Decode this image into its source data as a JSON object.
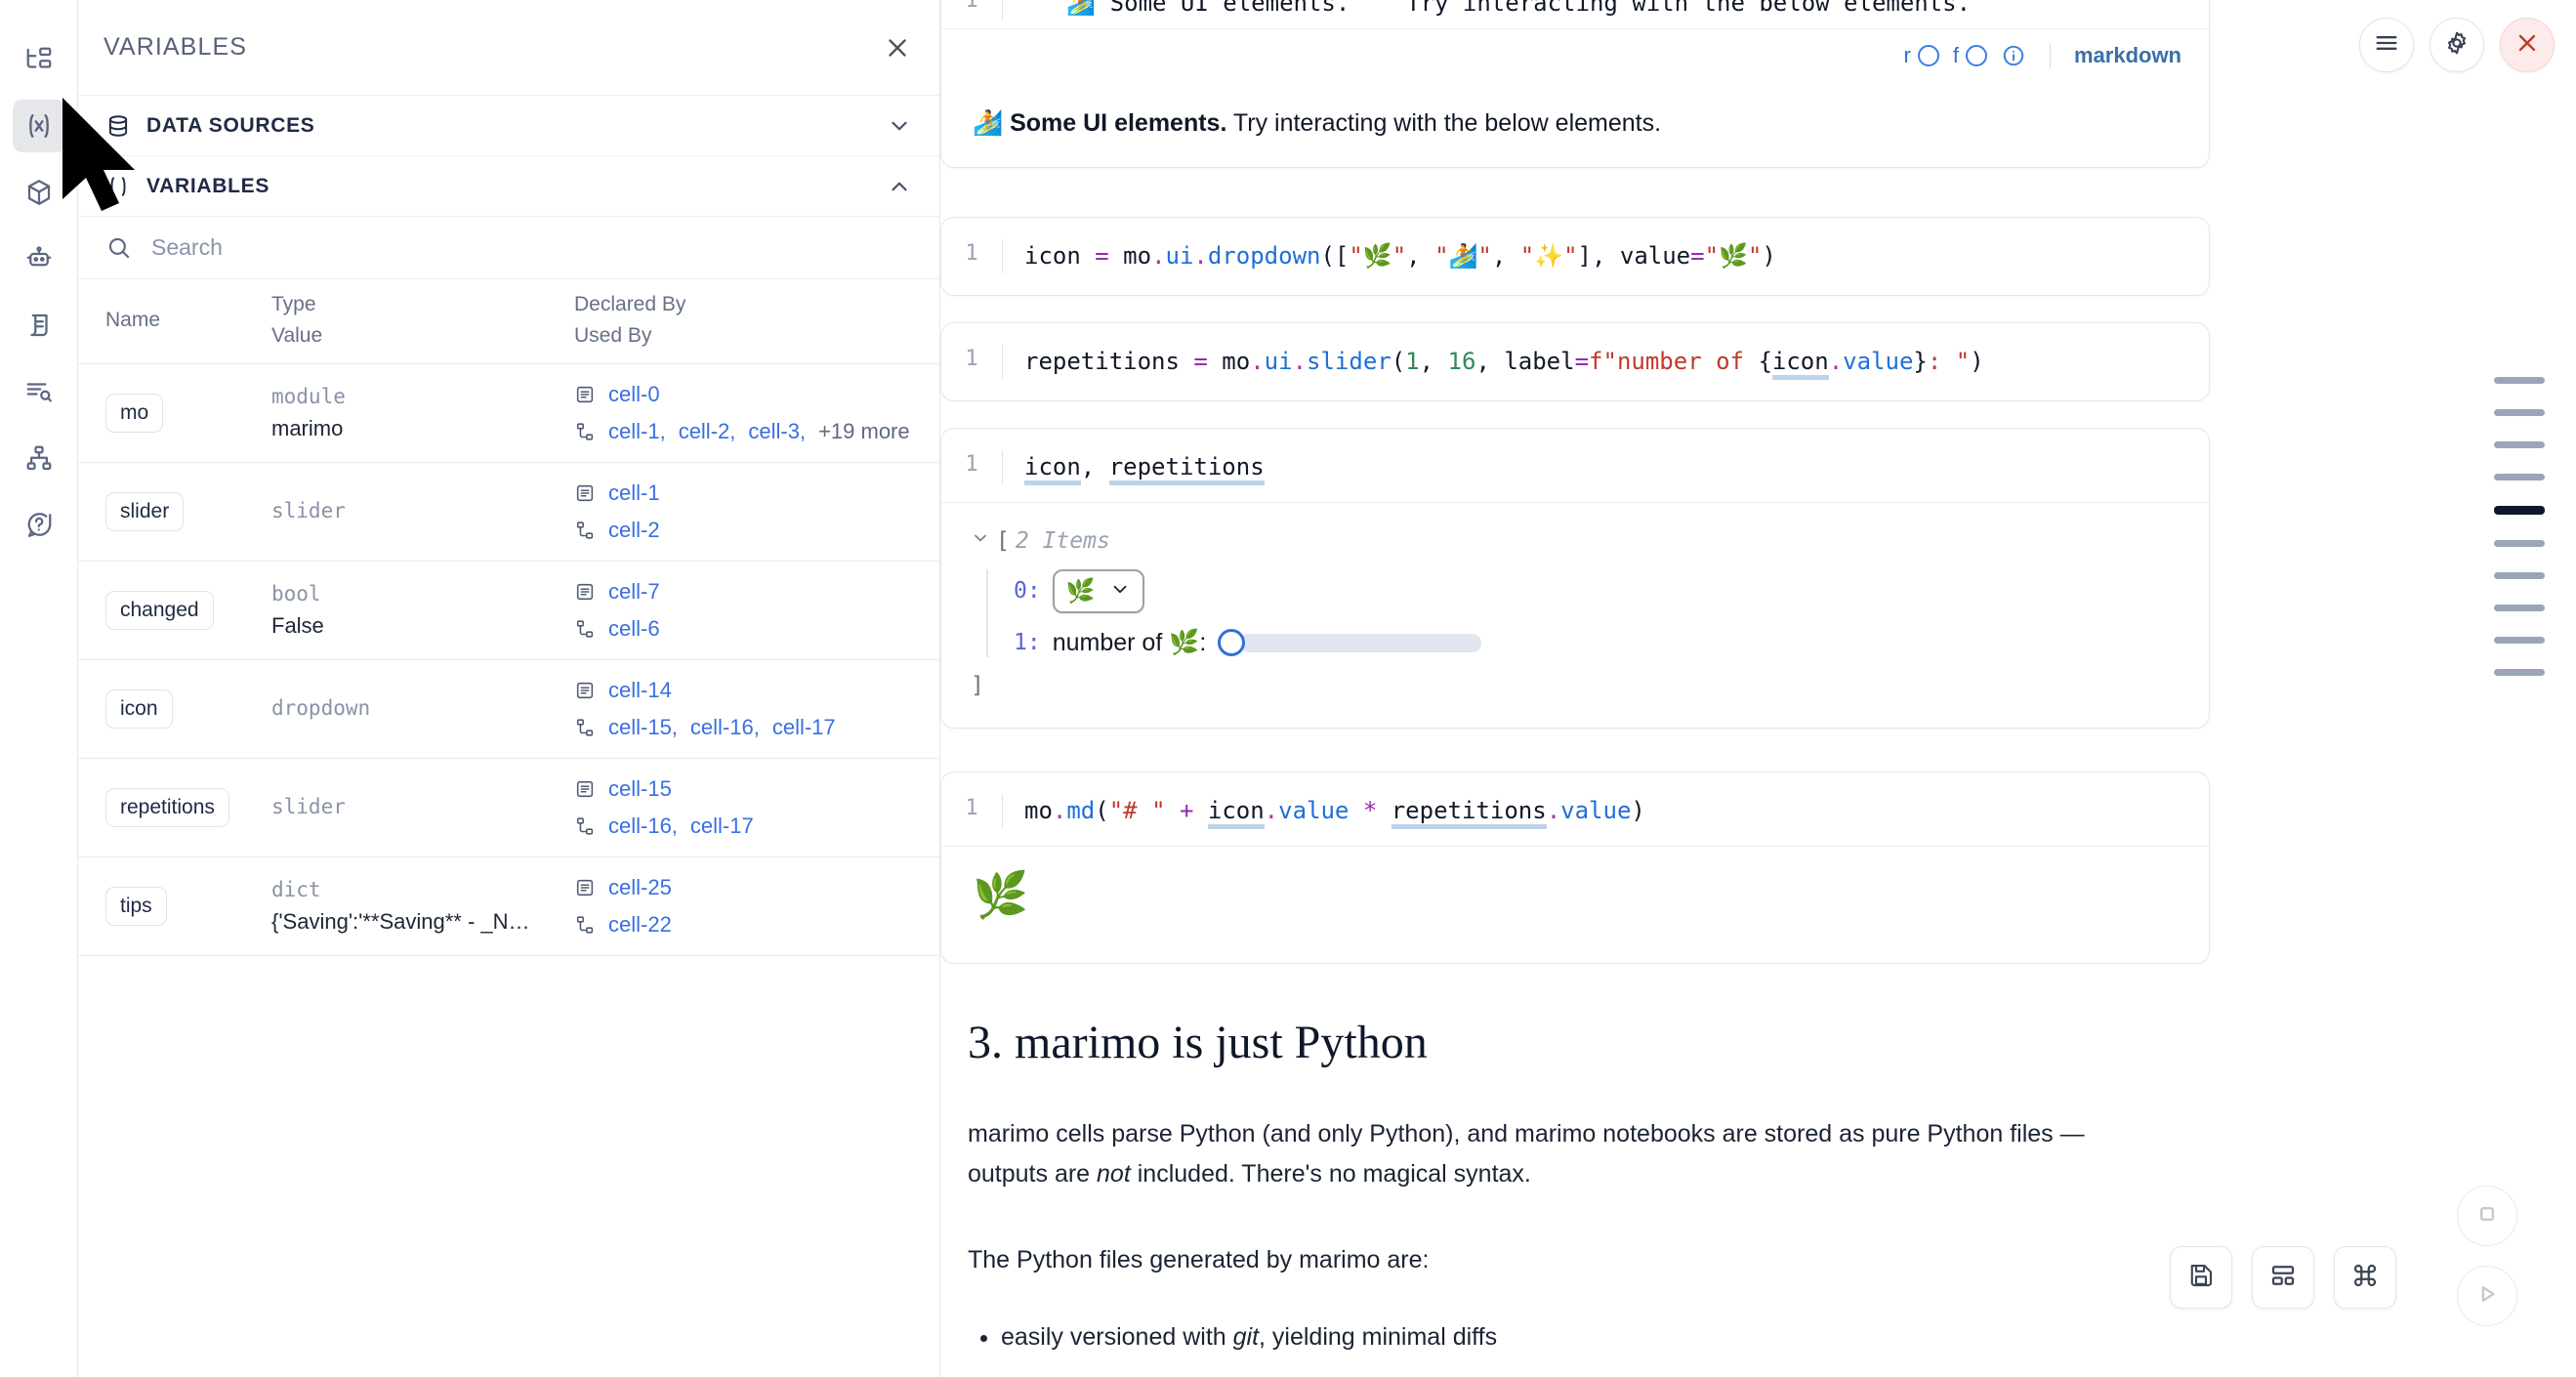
{
  "rail": {
    "items": [
      {
        "name": "file-tree-icon",
        "label": "Explorer"
      },
      {
        "name": "variables-icon",
        "label": "Variables",
        "active": true
      },
      {
        "name": "package-icon",
        "label": "Packages"
      },
      {
        "name": "robot-icon",
        "label": "Chat"
      },
      {
        "name": "scratchpad-icon",
        "label": "Scratchpad"
      },
      {
        "name": "outline-icon",
        "label": "Outline"
      },
      {
        "name": "dependency-graph-icon",
        "label": "Dependency graph"
      },
      {
        "name": "help-icon",
        "label": "Help"
      }
    ]
  },
  "panel": {
    "title": "VARIABLES",
    "close_label": "×",
    "sections": [
      {
        "label": "DATA SOURCES",
        "expanded": false
      },
      {
        "label": "VARIABLES",
        "expanded": true
      }
    ],
    "search": {
      "placeholder": "Search",
      "value": ""
    },
    "columns": {
      "name": "Name",
      "type": "Type",
      "value": "Value",
      "declared_by": "Declared By",
      "used_by": "Used By"
    },
    "rows": [
      {
        "name": "mo",
        "type": "module",
        "value": "marimo",
        "declared_by": [
          "cell-0"
        ],
        "used_by": [
          "cell-1",
          "cell-2",
          "cell-3"
        ],
        "more": "+19 more"
      },
      {
        "name": "slider",
        "type": "slider",
        "value": "",
        "declared_by": [
          "cell-1"
        ],
        "used_by": [
          "cell-2"
        ],
        "more": ""
      },
      {
        "name": "changed",
        "type": "bool",
        "value": "False",
        "declared_by": [
          "cell-7"
        ],
        "used_by": [
          "cell-6"
        ],
        "more": ""
      },
      {
        "name": "icon",
        "type": "dropdown",
        "value": "",
        "declared_by": [
          "cell-14"
        ],
        "used_by": [
          "cell-15",
          "cell-16",
          "cell-17"
        ],
        "more": ""
      },
      {
        "name": "repetitions",
        "type": "slider",
        "value": "",
        "declared_by": [
          "cell-15"
        ],
        "used_by": [
          "cell-16",
          "cell-17"
        ],
        "more": ""
      },
      {
        "name": "tips",
        "type": "dict",
        "value": "{'Saving':'**Saving** - _Na...",
        "declared_by": [
          "cell-25"
        ],
        "used_by": [
          "cell-22"
        ],
        "more": ""
      }
    ]
  },
  "notebook": {
    "cell_md_top": {
      "source": "\"\"\"🏄 Some UI elements.\"\"\" Try interacting with the below elements.",
      "toolbar": {
        "r_label": "r",
        "f_label": "f",
        "language": "markdown"
      },
      "output_bold": "Some UI elements.",
      "output_rest": " Try interacting with the below elements.",
      "output_emoji": "🏄"
    },
    "cells": [
      {
        "lineno": "1",
        "tokens": [
          {
            "t": "icon ",
            "c": "plain"
          },
          {
            "t": "=",
            "c": "op"
          },
          {
            "t": " mo",
            "c": "plain"
          },
          {
            "t": ".",
            "c": "dot"
          },
          {
            "t": "ui",
            "c": "attr"
          },
          {
            "t": ".",
            "c": "dot"
          },
          {
            "t": "dropdown",
            "c": "attr"
          },
          {
            "t": "([",
            "c": "plain"
          },
          {
            "t": "\"🌿\"",
            "c": "str"
          },
          {
            "t": ", ",
            "c": "plain"
          },
          {
            "t": "\"🏄\"",
            "c": "str"
          },
          {
            "t": ", ",
            "c": "plain"
          },
          {
            "t": "\"✨\"",
            "c": "str"
          },
          {
            "t": "], value",
            "c": "plain"
          },
          {
            "t": "=",
            "c": "op"
          },
          {
            "t": "\"🌿\"",
            "c": "str"
          },
          {
            "t": ")",
            "c": "plain"
          }
        ]
      },
      {
        "lineno": "1",
        "tokens": [
          {
            "t": "repetitions ",
            "c": "plain"
          },
          {
            "t": "=",
            "c": "op"
          },
          {
            "t": " mo",
            "c": "plain"
          },
          {
            "t": ".",
            "c": "dot"
          },
          {
            "t": "ui",
            "c": "attr"
          },
          {
            "t": ".",
            "c": "dot"
          },
          {
            "t": "slider",
            "c": "attr"
          },
          {
            "t": "(",
            "c": "plain"
          },
          {
            "t": "1",
            "c": "num"
          },
          {
            "t": ", ",
            "c": "plain"
          },
          {
            "t": "16",
            "c": "num"
          },
          {
            "t": ", label",
            "c": "plain"
          },
          {
            "t": "=",
            "c": "op"
          },
          {
            "t": "f\"number of ",
            "c": "str"
          },
          {
            "t": "{",
            "c": "plain"
          },
          {
            "t": "icon",
            "c": "var"
          },
          {
            "t": ".",
            "c": "dot"
          },
          {
            "t": "value",
            "c": "attr"
          },
          {
            "t": "}",
            "c": "plain"
          },
          {
            "t": ": \"",
            "c": "str"
          },
          {
            "t": ")",
            "c": "plain"
          }
        ]
      }
    ],
    "cell_output_tree": {
      "lineno": "1",
      "source_tokens": [
        {
          "t": "icon",
          "c": "var"
        },
        {
          "t": ", ",
          "c": "plain"
        },
        {
          "t": "repetitions",
          "c": "var"
        }
      ],
      "header": "[",
      "items_count": "2 Items",
      "close": "]",
      "entries": [
        {
          "index": "0:",
          "kind": "dropdown",
          "value_emoji": "🌿"
        },
        {
          "index": "1:",
          "kind": "slider",
          "label": "number of 🌿:",
          "slider_value_fraction": 0
        }
      ]
    },
    "cell_md_render": {
      "lineno": "1",
      "tokens": [
        {
          "t": "mo",
          "c": "plain"
        },
        {
          "t": ".",
          "c": "dot"
        },
        {
          "t": "md",
          "c": "attr"
        },
        {
          "t": "(",
          "c": "plain"
        },
        {
          "t": "\"# \"",
          "c": "str"
        },
        {
          "t": " + ",
          "c": "op"
        },
        {
          "t": "icon",
          "c": "var"
        },
        {
          "t": ".",
          "c": "dot"
        },
        {
          "t": "value",
          "c": "attr"
        },
        {
          "t": " * ",
          "c": "op"
        },
        {
          "t": "repetitions",
          "c": "var"
        },
        {
          "t": ".",
          "c": "dot"
        },
        {
          "t": "value",
          "c": "attr"
        },
        {
          "t": ")",
          "c": "plain"
        }
      ],
      "output_emoji": "🌿"
    },
    "section": {
      "heading": "3. marimo is just Python",
      "paragraph_1_a": "marimo cells parse Python (and only Python), and marimo notebooks are stored as pure Python files — outputs are ",
      "paragraph_1_em": "not",
      "paragraph_1_b": " included. There's no magical syntax.",
      "paragraph_2": "The Python files generated by marimo are:",
      "bullets": [
        {
          "pre": "easily versioned with ",
          "em": "git",
          "post": ", yielding minimal diffs"
        }
      ]
    }
  },
  "cell_actions": [
    {
      "name": "cell-menu-icon",
      "label": "menu"
    },
    {
      "name": "gear-icon",
      "label": "settings"
    },
    {
      "name": "close-icon",
      "label": "close"
    }
  ],
  "bottom_toolbar": [
    {
      "name": "save-icon",
      "label": "Save"
    },
    {
      "name": "layout-icon",
      "label": "Layout"
    },
    {
      "name": "command-icon",
      "label": "Command palette"
    }
  ],
  "run_controls": [
    {
      "name": "interrupt-icon",
      "label": "Interrupt"
    },
    {
      "name": "run-icon",
      "label": "Run"
    }
  ],
  "minimap": {
    "markers": [
      {
        "active": false
      },
      {
        "active": false
      },
      {
        "active": false
      },
      {
        "active": false
      },
      {
        "active": true
      },
      {
        "active": false
      },
      {
        "active": false
      },
      {
        "active": false
      },
      {
        "active": false
      },
      {
        "active": false
      }
    ]
  },
  "colors": {
    "accent_link": "#3a6fe0",
    "rail_active_bg": "#e6e7ea",
    "danger": "#c0392b",
    "code_string": "#c0392b",
    "code_number": "#2e8b57",
    "code_attr": "#1f6fd6",
    "code_operator": "#9b27b0"
  }
}
